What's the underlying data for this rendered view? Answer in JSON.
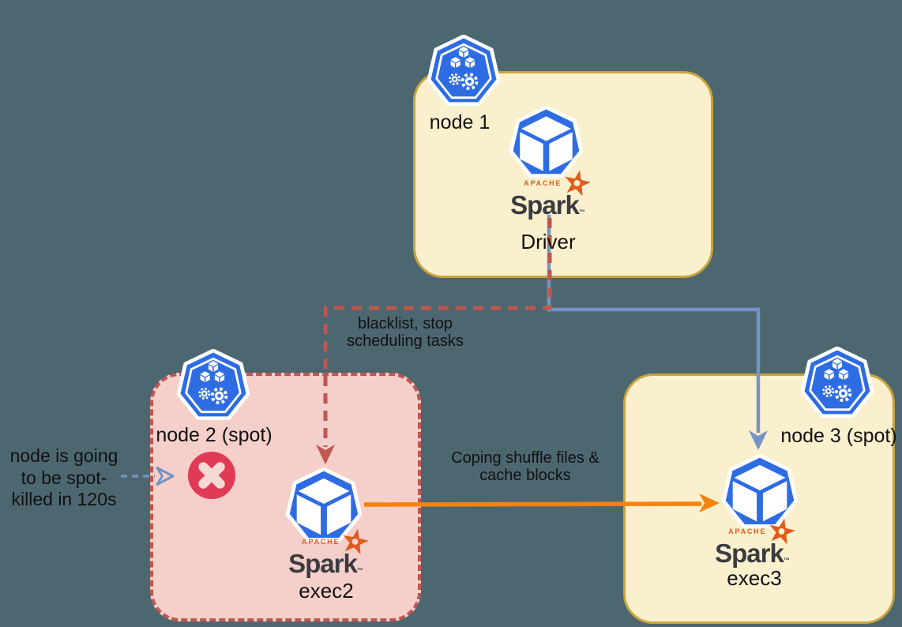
{
  "diagram": {
    "nodes": {
      "node1": {
        "label": "node 1",
        "pod_label": "Driver"
      },
      "node2": {
        "label": "node 2 (spot)",
        "pod_label": "exec2"
      },
      "node3": {
        "label": "node 3 (spot)",
        "pod_label": "exec3"
      }
    },
    "spark_logo": {
      "apache": "APACHE",
      "word": "Spark",
      "tm": "™"
    },
    "annotations": {
      "blacklist": "blacklist, stop\nscheduling tasks",
      "copy_shuffle": "Coping shuffle files &\ncache blocks",
      "spot_kill": "node is going\nto be spot-\nkilled in 120s"
    },
    "icons": {
      "kubernetes_node": "k8s-node-icon",
      "kubernetes_pod": "k8s-pod-icon",
      "error": "x-circle-icon",
      "spark_star": "spark-star-icon"
    },
    "colors": {
      "bg": "#4D6770",
      "cream": "#FBF0CE",
      "creamBorder": "#C9A43D",
      "pink": "#F5CFCA",
      "pinkBorder": "#BF564F",
      "blue": "#7593C4",
      "red": "#BF564F",
      "orange": "#F7820C",
      "k8s": "#2E6CE4",
      "xred": "#E03A56",
      "xmark": "#F6D8D4",
      "sparkOrange": "#E25A1C",
      "sparkDark": "#3B3B40",
      "text": "#111111"
    }
  }
}
